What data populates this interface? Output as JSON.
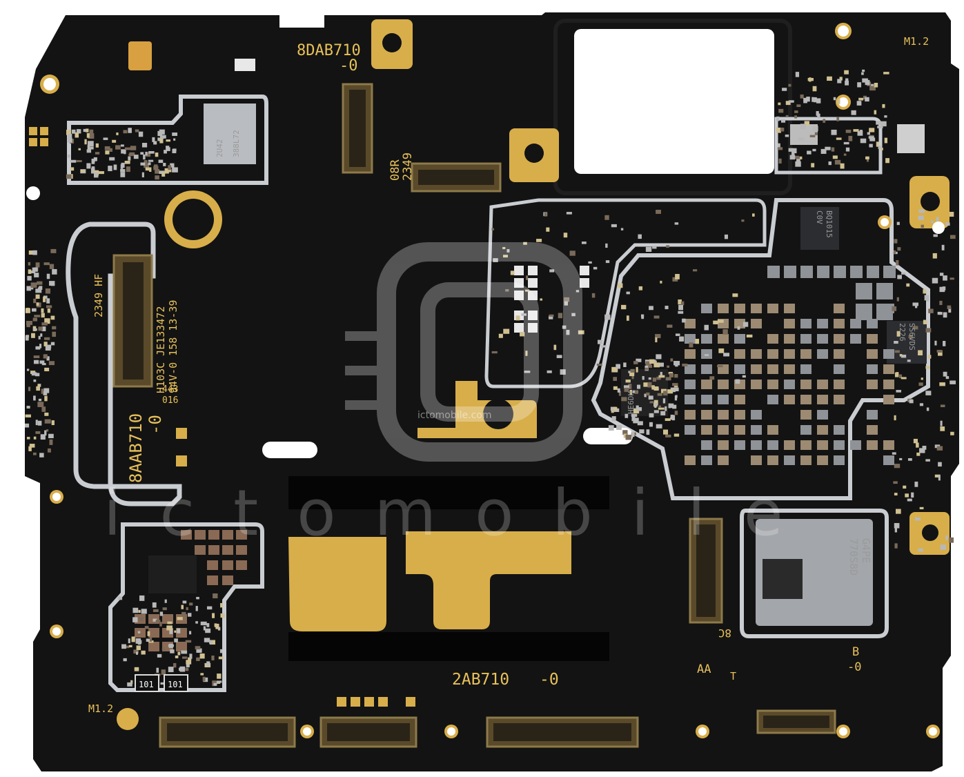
{
  "colors": {
    "board": "#131313",
    "gold": "#d8ae4a",
    "shield": "#c9ccd0",
    "silkscreen": "#e8c15a",
    "watermark": "#ffffff"
  },
  "silkscreen": {
    "top_part_number": "8DAB710",
    "top_part_rev": "-0",
    "left_part_number": "8AAB710",
    "left_part_rev": "-0",
    "bottom_part_number": "2AB710",
    "bottom_part_rev": "-0",
    "date_code_top": "08R",
    "date_code_top_2": "2349",
    "ul_mark": "2349 HF",
    "cert_line_1": "H103C JE133472",
    "cert_line_2": "94V-0 158 13-39",
    "lot_1": "443",
    "lot_2": "016",
    "mark_top_right": "M1.2",
    "mark_bottom_left": "M1.2",
    "label_aa": "AA",
    "label_t": "T",
    "label_b": "B",
    "label_b_rev": "-0",
    "label_8c": "8C",
    "resistor_1": "101",
    "resistor_2": "101"
  },
  "chips": {
    "top_module_1": "2U42",
    "top_module_2": "388L72",
    "right_chip_1": "BQ1015",
    "right_chip_2": "C0V",
    "pmic_1": "SS6VDS",
    "pmic_2": "2226",
    "memory_1": "770S8D",
    "memory_2": "G4PE",
    "small_chip": "HE6DH"
  },
  "watermark": {
    "brand": "ictomobile",
    "site": "ictomobile.com"
  }
}
